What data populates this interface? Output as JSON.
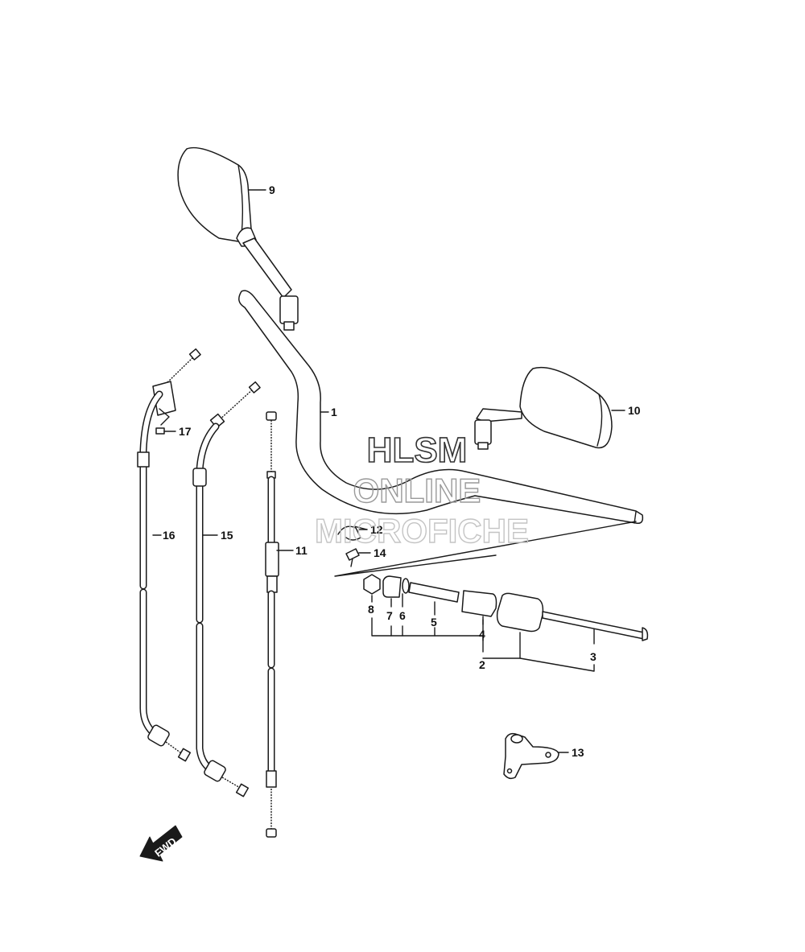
{
  "callouts": {
    "c1": "1",
    "c2": "2",
    "c3": "3",
    "c4": "4",
    "c5": "5",
    "c6": "6",
    "c7": "7",
    "c8": "8",
    "c9": "9",
    "c10": "10",
    "c11": "11",
    "c12": "12",
    "c13": "13",
    "c14": "14",
    "c15": "15",
    "c16": "16",
    "c17": "17"
  },
  "watermark": {
    "line1": "HLSM",
    "line2": "ONLINE",
    "line3": "MICROFICHE"
  },
  "direction_badge": "FWD"
}
